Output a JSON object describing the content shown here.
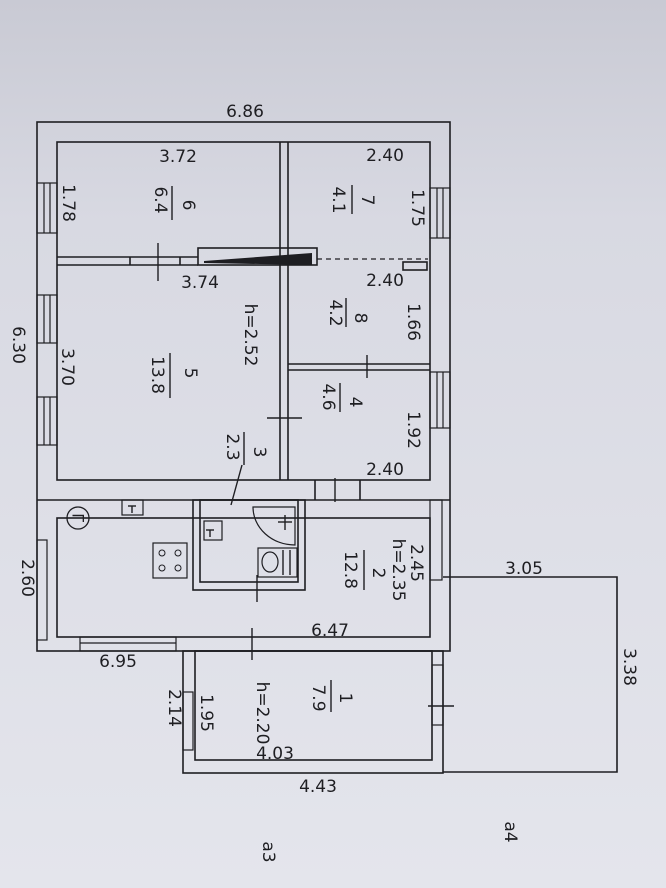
{
  "dimensions": {
    "outer_width_top": "6.86",
    "outer_height_left": "6.30",
    "room6_width": "3.72",
    "room6_depth": "1.78",
    "room7_width": "2.40",
    "room7_depth": "1.75",
    "room5_width": "3.74",
    "room5_depth": "3.70",
    "room8_width": "2.40",
    "room8_depth": "1.66",
    "room4_width": "2.40",
    "room4_depth": "1.92",
    "ceiling_main": "h=2.52",
    "kitchen_depth_left": "2.60",
    "kitchen_width": "6.47",
    "kitchen_outer_width": "6.95",
    "kitchen_depth": "2.45",
    "ceiling_kitchen": "h=2.35",
    "room1_outer_depth": "2.14",
    "room1_depth": "1.95",
    "ceiling_room1": "h=2.20",
    "room1_width": "4.03",
    "room1_outer_width": "4.43",
    "terrace_width": "3.05",
    "terrace_depth": "3.38"
  },
  "rooms": [
    {
      "number": "1",
      "area": "7.9"
    },
    {
      "number": "2",
      "area": "12.8"
    },
    {
      "number": "3",
      "area": "2.3"
    },
    {
      "number": "4",
      "area": "4.6"
    },
    {
      "number": "5",
      "area": "13.8"
    },
    {
      "number": "6",
      "area": "6.4"
    },
    {
      "number": "7",
      "area": "4.1"
    },
    {
      "number": "8",
      "area": "4.2"
    }
  ],
  "annex_labels": {
    "a3": "a3",
    "a4": "a4"
  },
  "gas_symbol": "Г",
  "colors": {
    "ink": "#1e1e22",
    "paper": "#dedfe7"
  }
}
